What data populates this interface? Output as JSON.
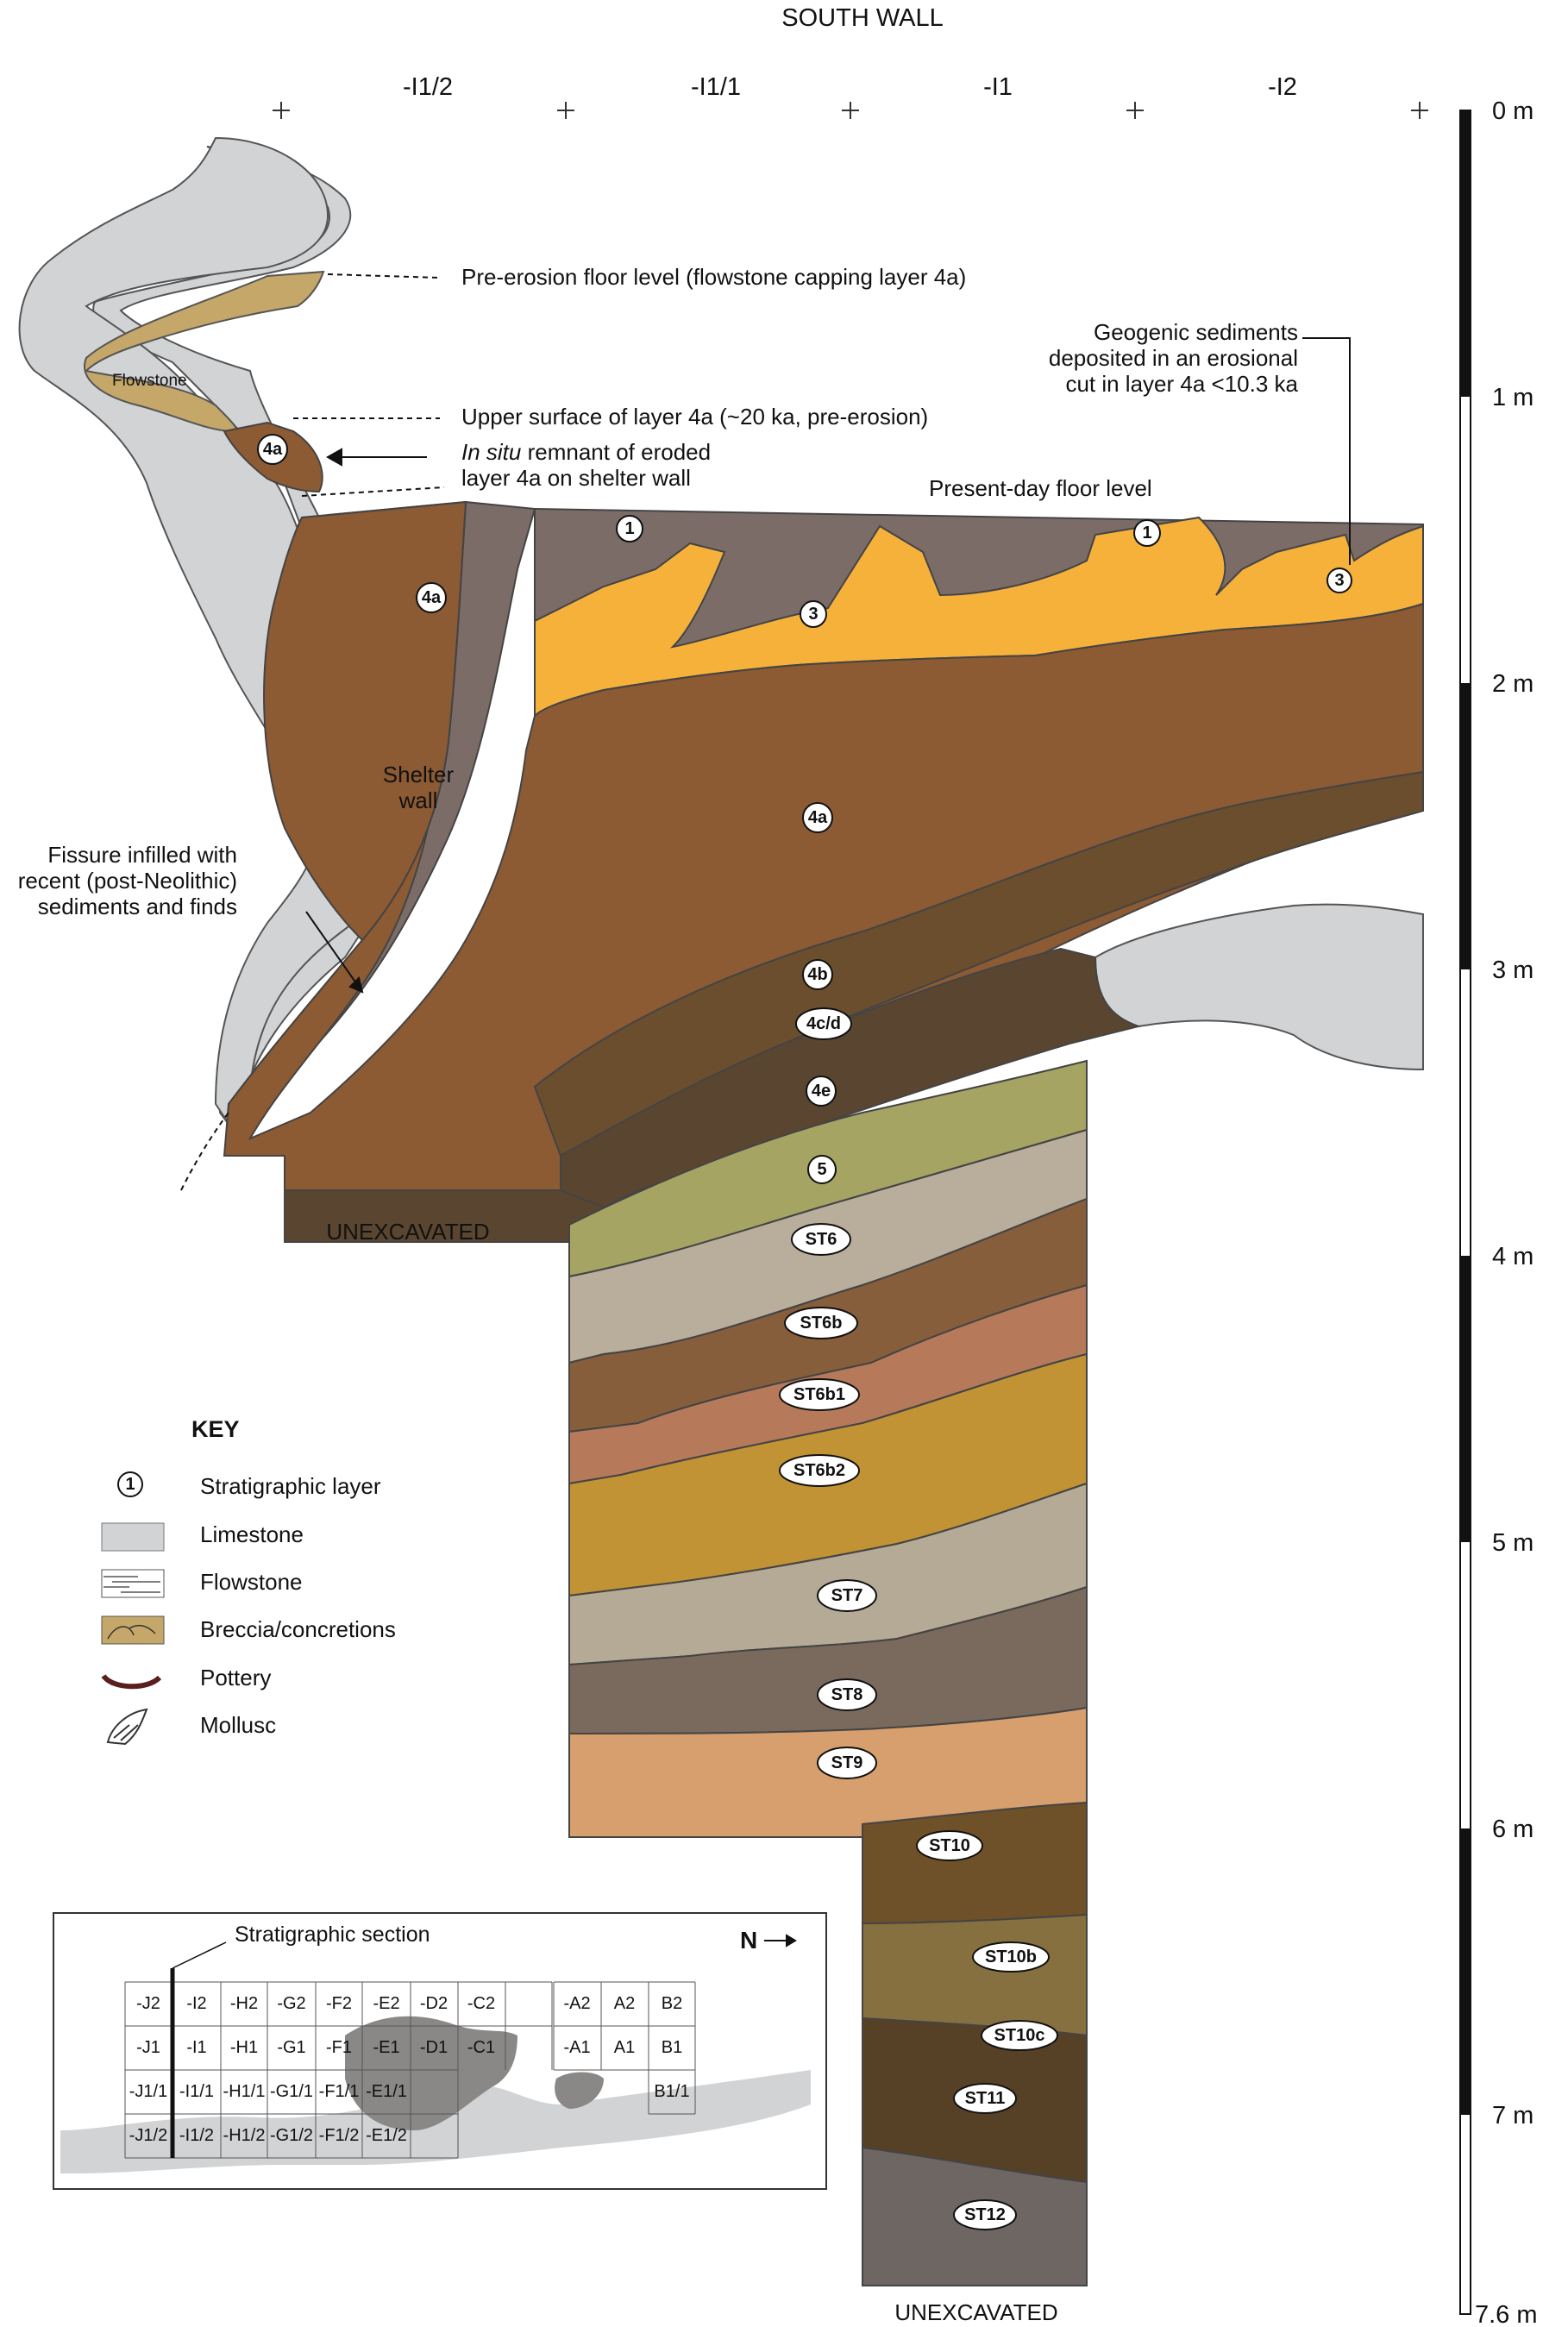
{
  "title": "SOUTH WALL",
  "columns": [
    "-I1/2",
    "-I1/1",
    "-I1",
    "-I2"
  ],
  "scale": {
    "labels": [
      "0 m",
      "1 m",
      "2 m",
      "3 m",
      "4 m",
      "5 m",
      "6 m",
      "7 m",
      "7.6 m"
    ]
  },
  "annotations": {
    "pre_erosion": "Pre-erosion floor level (flowstone capping layer 4a)",
    "flowstone": "Flowstone",
    "upper_surface": "Upper surface of layer 4a (~20 ka, pre-erosion)",
    "insitu_italic": "In situ",
    "insitu_rest": " remnant of eroded",
    "insitu_line2": "layer 4a on shelter wall",
    "geogenic_1": "Geogenic sediments",
    "geogenic_2": "deposited in an erosional",
    "geogenic_3": "cut in layer 4a <10.3 ka",
    "present_floor": "Present-day floor level",
    "shelter_1": "Shelter",
    "shelter_2": "wall",
    "fissure_1": "Fissure infilled with",
    "fissure_2": "recent (post-Neolithic)",
    "fissure_3": "sediments and finds",
    "unexcavated_upper": "UNEXCAVATED",
    "unexcavated_lower": "UNEXCAVATED"
  },
  "layers": {
    "l1a": "1",
    "l1b": "1",
    "l3a": "3",
    "l3b": "3",
    "l4a_wall": "4a",
    "l4a_left": "4a",
    "l4a": "4a",
    "l4b": "4b",
    "l4cd": "4c/d",
    "l4e": "4e",
    "l5": "5",
    "st6": "ST6",
    "st6b": "ST6b",
    "st6b1": "ST6b1",
    "st6b2": "ST6b2",
    "st7": "ST7",
    "st8": "ST8",
    "st9": "ST9",
    "st10": "ST10",
    "st10b": "ST10b",
    "st10c": "ST10c",
    "st11": "ST11",
    "st12": "ST12"
  },
  "key": {
    "heading": "KEY",
    "layer_num": "1",
    "items": [
      "Stratigraphic layer",
      "Limestone",
      "Flowstone",
      "Breccia/concretions",
      "Pottery",
      "Mollusc"
    ]
  },
  "inset": {
    "section_label": "Stratigraphic section",
    "north": "N",
    "row1": [
      "-J2",
      "-I2",
      "-H2",
      "-G2",
      "-F2",
      "-E2",
      "-D2",
      "-C2"
    ],
    "row2": [
      "-J1",
      "-I1",
      "-H1",
      "-G1",
      "-F1",
      "-E1",
      "-D1",
      "-C1"
    ],
    "row3": [
      "-J1/1",
      "-I1/1",
      "-H1/1",
      "-G1/1",
      "-F1/1",
      "-E1/1"
    ],
    "row4": [
      "-J1/2",
      "-I1/2",
      "-H1/2",
      "-G1/2",
      "-F1/2",
      "-E1/2"
    ],
    "right_row1": [
      "-A2",
      "A2",
      "B2"
    ],
    "right_row2": [
      "-A1",
      "A1",
      "B1"
    ],
    "right_row3": "B1/1"
  },
  "colors": {
    "limestone": "#d2d3d5",
    "fissure": "#7b6c68",
    "layer3": "#f6b13b",
    "layer4a": "#8c5a33",
    "layer4cd": "#6b4e2d",
    "layer4e": "#5a4630",
    "layer5": "#a6a463",
    "st6": "#b9ad9c",
    "st6b": "#875e3b",
    "st6b1": "#b67a5b",
    "st6b2": "#c19334",
    "st7": "#b5aa95",
    "st8": "#7a6a5e",
    "st9": "#d69f6d",
    "st10": "#6e5029",
    "st10b": "#87703f",
    "st11": "#564126",
    "st12": "#6e6663",
    "breccia": "#c4a769"
  }
}
